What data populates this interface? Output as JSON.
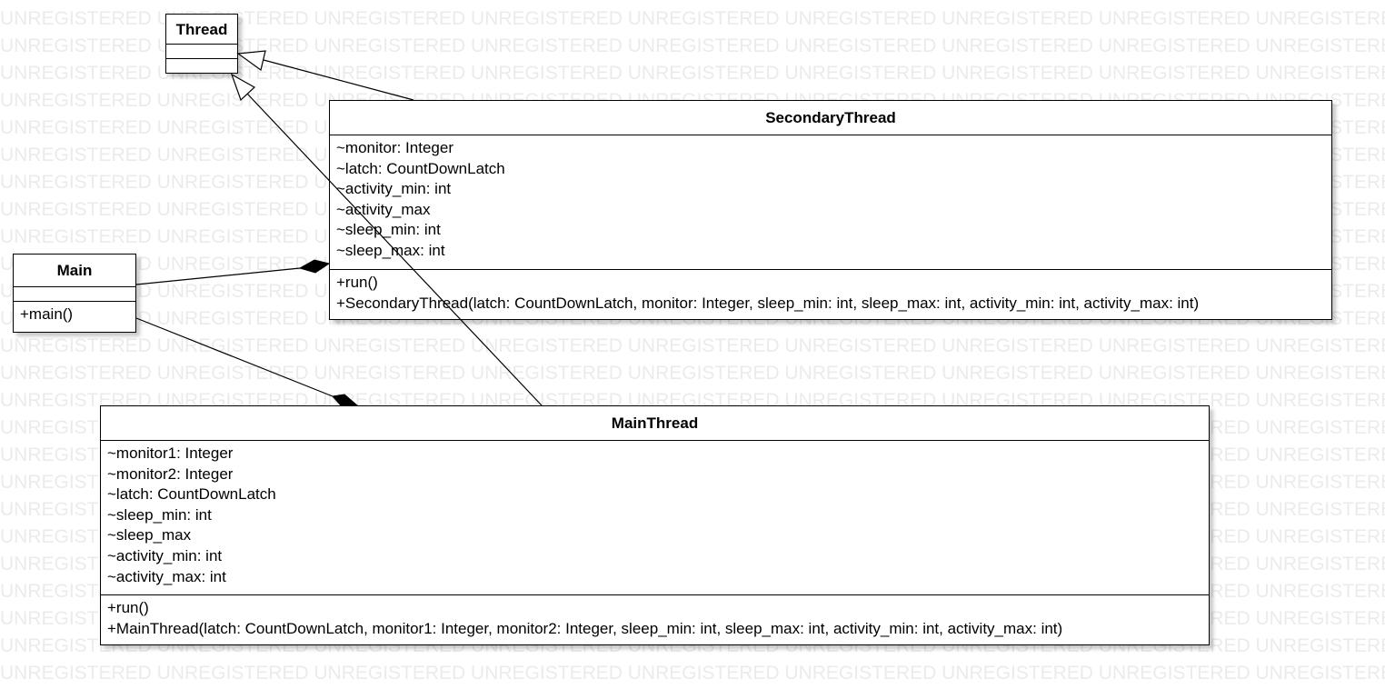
{
  "watermark": {
    "text": "UNREGISTERED",
    "color": "#ebebeb"
  },
  "classes": {
    "thread": {
      "name": "Thread",
      "attributes": [],
      "operations": []
    },
    "main": {
      "name": "Main",
      "attributes": [],
      "operations": [
        "+main()"
      ]
    },
    "secondary_thread": {
      "name": "SecondaryThread",
      "attributes": [
        "~monitor: Integer",
        "~latch: CountDownLatch",
        "~activity_min: int",
        "~activity_max",
        "~sleep_min: int",
        "~sleep_max: int"
      ],
      "operations": [
        "+run()",
        "+SecondaryThread(latch: CountDownLatch, monitor: Integer, sleep_min: int, sleep_max: int, activity_min: int, activity_max: int)"
      ]
    },
    "main_thread": {
      "name": "MainThread",
      "attributes": [
        "~monitor1: Integer",
        "~monitor2: Integer",
        "~latch: CountDownLatch",
        "~sleep_min: int",
        "~sleep_max",
        "~activity_min: int",
        "~activity_max: int"
      ],
      "operations": [
        "+run()",
        "+MainThread(latch: CountDownLatch, monitor1: Integer, monitor2: Integer, sleep_min: int, sleep_max: int, activity_min: int, activity_max: int)"
      ]
    }
  },
  "relationships": [
    {
      "type": "generalization",
      "from": "SecondaryThread",
      "to": "Thread"
    },
    {
      "type": "generalization",
      "from": "MainThread",
      "to": "Thread"
    },
    {
      "type": "composition",
      "whole": "SecondaryThread",
      "part": "Main"
    },
    {
      "type": "composition",
      "whole": "MainThread",
      "part": "Main"
    }
  ]
}
